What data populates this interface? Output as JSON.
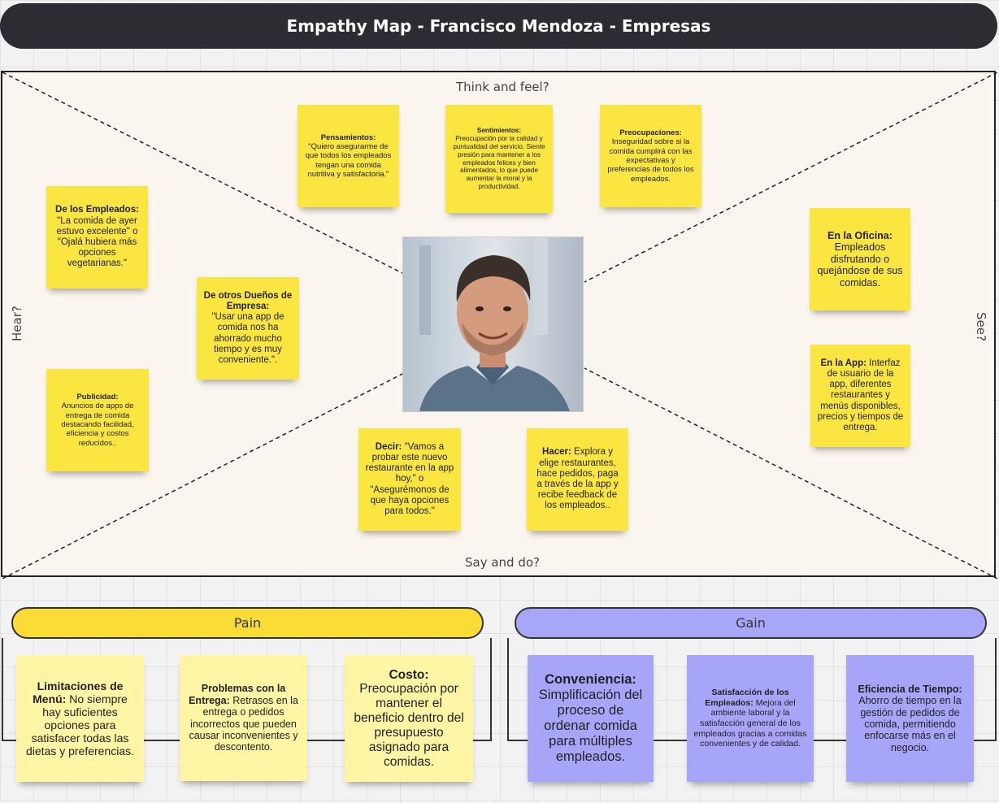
{
  "title": "Empathy Map - Francisco Mendoza - Empresas",
  "quadrants": {
    "think_feel": "Think and feel?",
    "hear": "Hear?",
    "see": "See?",
    "say_do": "Say and do?"
  },
  "think": [
    {
      "heading": "Pensamientos:",
      "text": "\"Quiero asegurarme de que todos los empleados tengan una comida nutritiva y satisfactoria.\""
    },
    {
      "heading": "Sentimientos:",
      "text": "Preocupación por la calidad y puntualidad del servicio. Siente presión para mantener a los empleados felices y bien alimentados, lo que puede aumentar la moral y la productividad."
    },
    {
      "heading": "Preocupaciones:",
      "text": "Inseguridad sobre si la comida cumplirá con las expectativas y preferencias de todos los empleados."
    }
  ],
  "hear": [
    {
      "heading": "De los Empleados:",
      "text": "\"La comida de ayer estuvo excelente\" o \"Ojalá hubiera más opciones vegetarianas.\""
    },
    {
      "heading": "De otros Dueños de Empresa:",
      "text": "\"Usar una app de comida nos ha ahorrado mucho tiempo y es muy conveniente.\"."
    },
    {
      "heading": "Publicidad:",
      "text": "Anuncios de apps de entrega de comida destacando facilidad, eficiencia y costos reducidos.."
    }
  ],
  "see": [
    {
      "heading": "En la Oficina:",
      "text": "Empleados disfrutando o quejándose de sus comidas."
    },
    {
      "heading": "En la App:",
      "text": "Interfaz de usuario de la app, diferentes restaurantes y menús disponibles, precios y tiempos de entrega."
    }
  ],
  "say_do": [
    {
      "heading": "Decir:",
      "text": "\"Vamos a probar este nuevo restaurante en la app hoy,\" o \"Asegurémonos de que haya opciones para todos.\""
    },
    {
      "heading": "Hacer:",
      "text": "Explora y elige restaurantes, hace pedidos, paga a través de la app y recibe feedback de los empleados.."
    }
  ],
  "pain": {
    "label": "Pain",
    "notes": [
      {
        "heading": "Limitaciones de Menú:",
        "text": "No siempre hay suficientes opciones para satisfacer todas las dietas y preferencias."
      },
      {
        "heading": "Problemas con la Entrega:",
        "text": "Retrasos en la entrega o pedidos incorrectos que pueden causar inconvenientes y descontento."
      },
      {
        "heading": "Costo:",
        "text": "Preocupación por mantener el beneficio dentro del presupuesto asignado para comidas."
      }
    ]
  },
  "gain": {
    "label": "Gain",
    "notes": [
      {
        "heading": "Conveniencia:",
        "text": "Simplificación del proceso de ordenar comida para múltiples empleados."
      },
      {
        "heading": "Satisfacción de los Empleados:",
        "text": "Mejora del ambiente laboral y la satisfacción general de los empleados gracias a comidas convenientes y de calidad."
      },
      {
        "heading": "Eficiencia de Tiempo:",
        "text": "Ahorro de tiempo en la gestión de pedidos de comida, permitiendo enfocarse más en el negocio."
      }
    ]
  },
  "colors": {
    "sticky_yellow": "#fbe540",
    "sticky_pale": "#fff5a5",
    "sticky_lavender": "#a7a5f8",
    "pain_pill": "#fbdb35",
    "gain_pill": "#a8a6f7",
    "title_bar": "#2b2d33"
  }
}
